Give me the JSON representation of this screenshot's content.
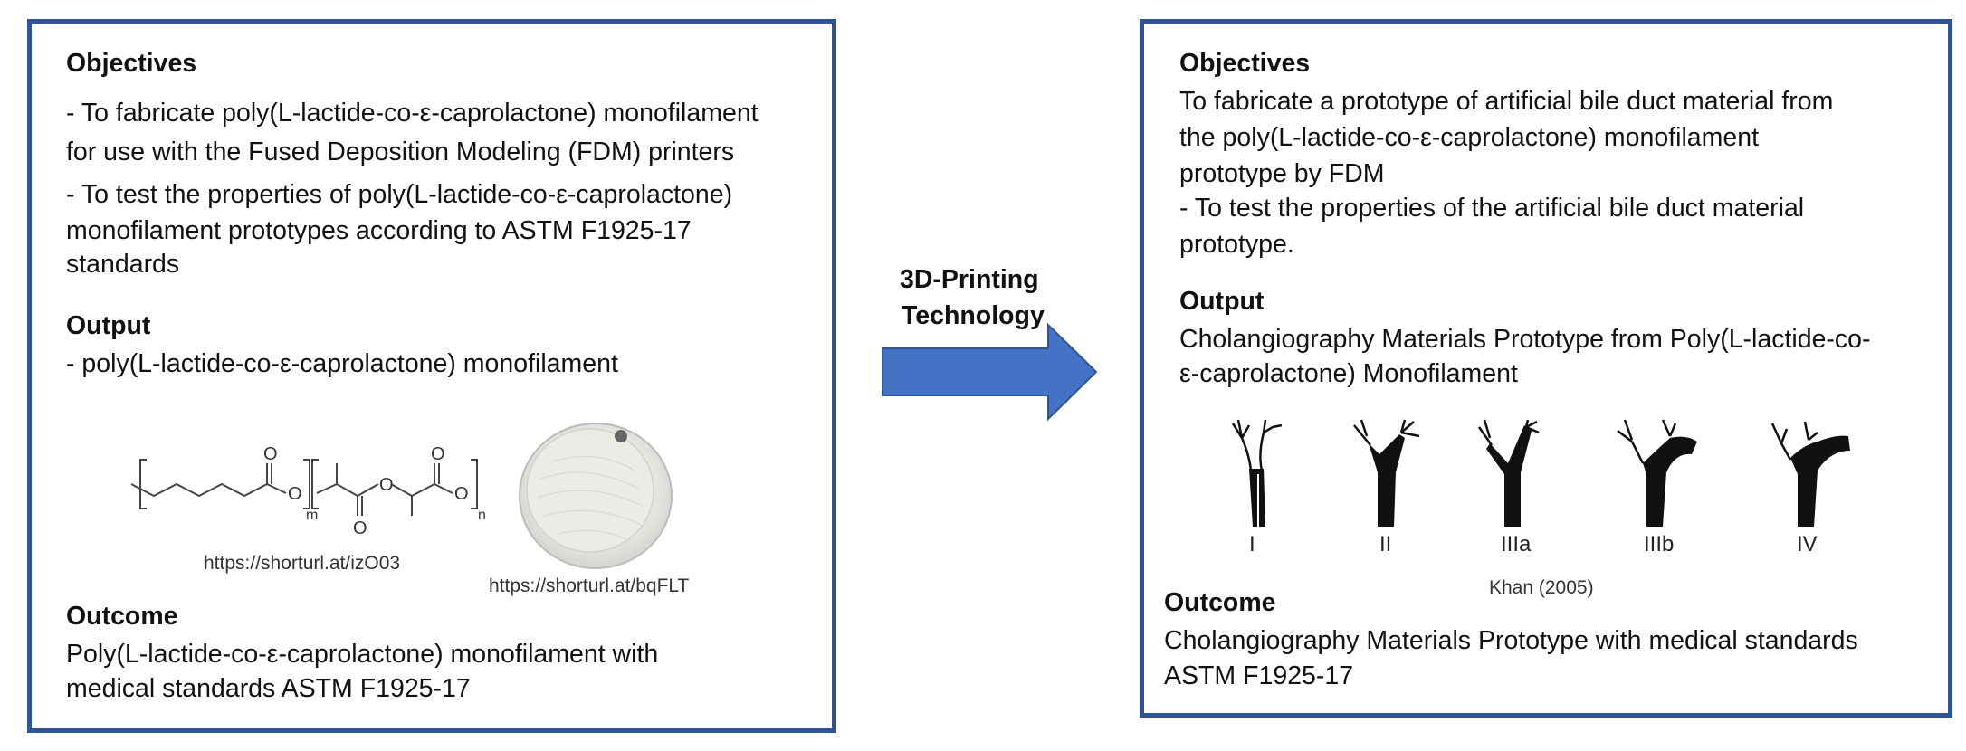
{
  "left": {
    "objectives_heading": "Objectives",
    "objectives": [
      "- To fabricate poly(L-lactide-co-ε-caprolactone) monofilament",
      "for use with the Fused Deposition Modeling (FDM) printers",
      "- To test the properties of poly(L-lactide-co-ε-caprolactone)",
      "monofilament prototypes according to ASTM F1925-17",
      "standards"
    ],
    "output_heading": "Output",
    "output": "- poly(L-lactide-co-ε-caprolactone) monofilament",
    "structure_labels": {
      "m": "m",
      "n": "n",
      "o_top1": "O",
      "o_top2": "O",
      "o_mid1": "O",
      "o_mid2": "O",
      "o_bot": "O"
    },
    "structure_source": "https://shorturl.at/izO03",
    "spool_source": "https://shorturl.at/bqFLT",
    "outcome_heading": "Outcome",
    "outcome": [
      "Poly(L-lactide-co-ε-caprolactone) monofilament with",
      "medical standards ASTM F1925-17"
    ]
  },
  "arrow": {
    "label_line1": "3D-Printing",
    "label_line2": "Technology",
    "color": "#4472c4"
  },
  "right": {
    "objectives_heading": "Objectives",
    "objectives": [
      "To fabricate a prototype of artificial bile duct material from",
      "the poly(L-lactide-co-ε-caprolactone) monofilament",
      "prototype by FDM",
      "- To test the properties of the artificial bile duct material",
      "prototype."
    ],
    "output_heading": "Output",
    "output": [
      "Cholangiography Materials Prototype from Poly(L-lactide-co-",
      "ε-caprolactone) Monofilament"
    ],
    "duct_types": [
      "I",
      "II",
      "IIIa",
      "IIIb",
      "IV"
    ],
    "figure_source": "Khan (2005)",
    "outcome_heading": "Outcome",
    "outcome": [
      "Cholangiography Materials Prototype with medical standards",
      "ASTM F1925-17"
    ]
  },
  "colors": {
    "border": "#2f5597",
    "arrow": "#4472c4"
  }
}
